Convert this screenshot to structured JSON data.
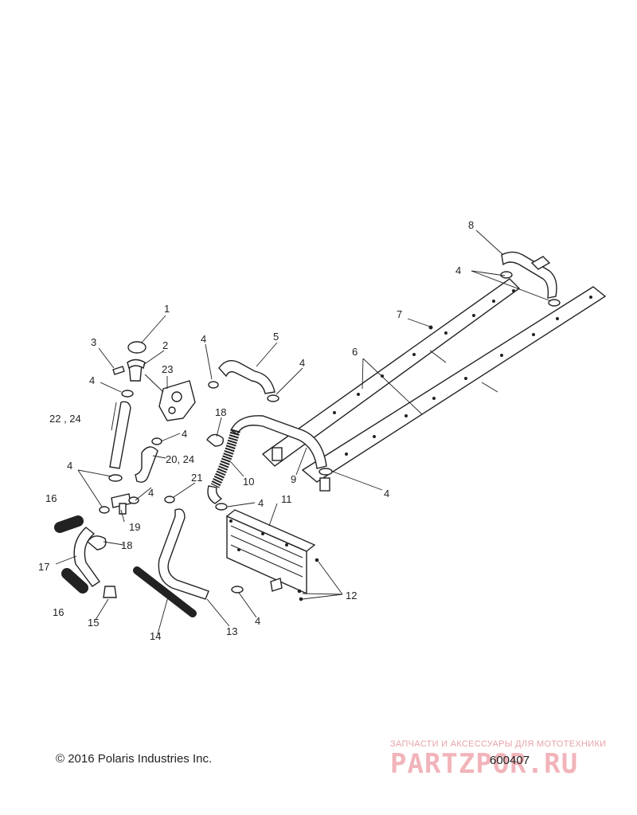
{
  "callouts": {
    "c1": "1",
    "c2": "2",
    "c3": "3",
    "c4a": "4",
    "c4b": "4",
    "c4c": "4",
    "c4d": "4",
    "c4e": "4",
    "c4f": "4",
    "c4g": "4",
    "c4h": "4",
    "c4i": "4",
    "c4j": "4",
    "c5": "5",
    "c6": "6",
    "c7": "7",
    "c8": "8",
    "c9": "9",
    "c10": "10",
    "c11": "11",
    "c12": "12",
    "c13": "13",
    "c14": "14",
    "c15": "15",
    "c16a": "16",
    "c16b": "16",
    "c17": "17",
    "c18a": "18",
    "c18b": "18",
    "c19": "19",
    "c2024": "20, 24",
    "c21": "21",
    "c2224": "22 , 24",
    "c23": "23"
  },
  "footer": {
    "copyright": "© 2016 Polaris Industries Inc.",
    "diagram_id": "600407"
  },
  "watermark": {
    "caption": "ЗАПЧАСТИ И АКСЕССУАРЫ ДЛЯ МОТОТЕХНИКИ",
    "logo_text": "PARTZPOR.RU",
    "color": "#d7283a"
  }
}
